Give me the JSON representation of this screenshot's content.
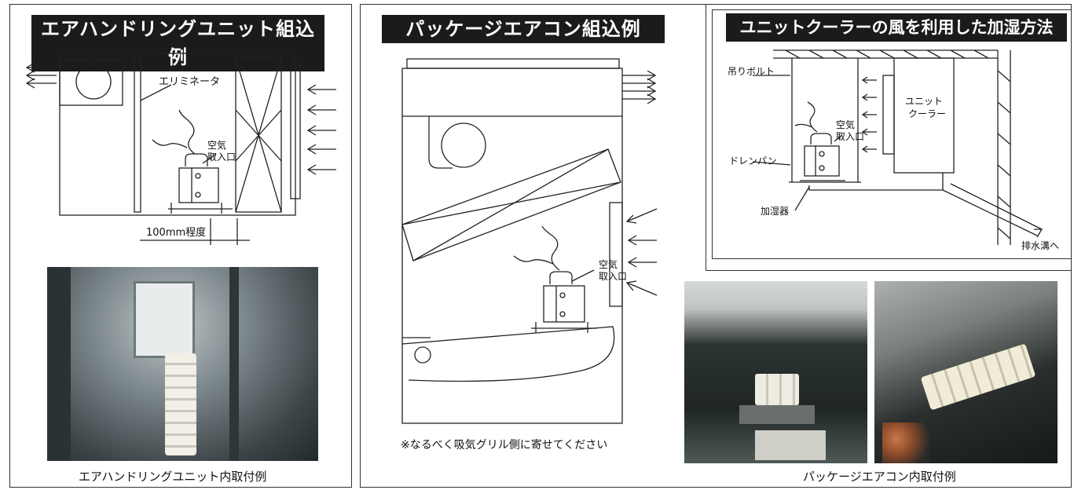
{
  "panels": {
    "ahu": {
      "title": "エアハンドリングユニット組込例",
      "labels": {
        "eliminator": "エリミネータ",
        "air_intake_1": "空気",
        "air_intake_2": "取入口",
        "dimension": "100mm程度"
      },
      "caption": "エアハンドリングユニット内取付例"
    },
    "package": {
      "title": "パッケージエアコン組込例",
      "labels": {
        "air_intake_1": "空気",
        "air_intake_2": "取入口"
      },
      "note": "※なるべく吸気グリル側に寄せてください",
      "caption": "パッケージエアコン内取付例"
    },
    "unit_cooler": {
      "title": "ユニットクーラーの風を利用した加湿方法",
      "labels": {
        "hanging_bolt": "吊りボルト",
        "unit_cooler_1": "ユニット",
        "unit_cooler_2": "クーラー",
        "air_intake_1": "空気",
        "air_intake_2": "取入口",
        "drain_pan": "ドレンパン",
        "humidifier": "加湿器",
        "to_drain": "排水溝へ"
      }
    }
  }
}
